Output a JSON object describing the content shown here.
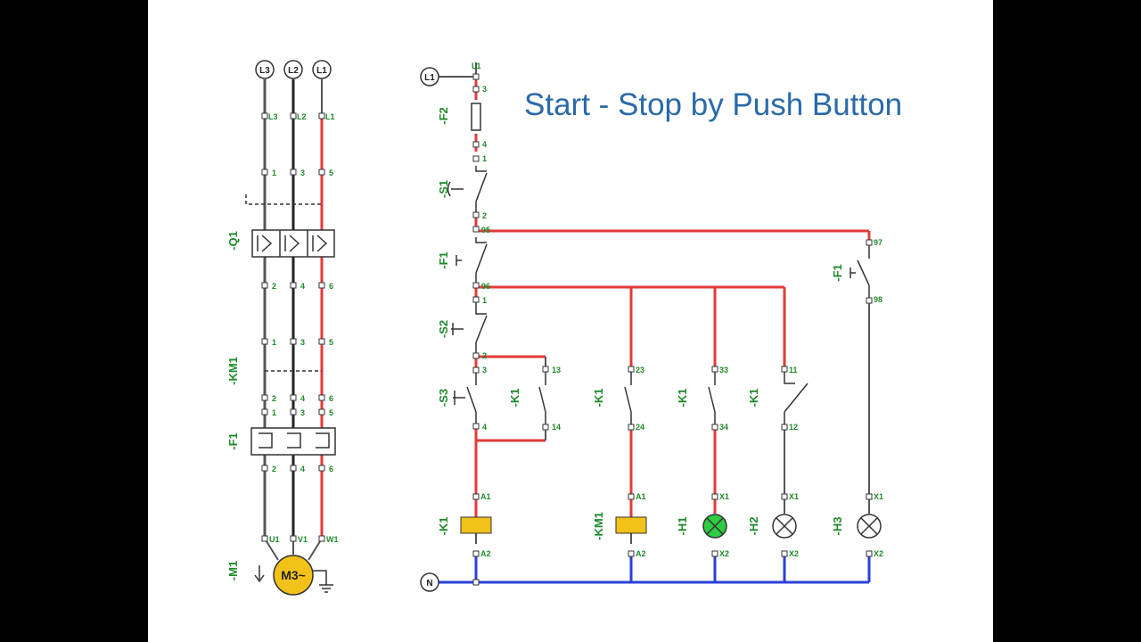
{
  "title": "Start - Stop by Push Button",
  "colors": {
    "phase": "#e23a3a",
    "neutral": "#2b3fd8",
    "wire": "#555555",
    "coil": "#f2c21a",
    "lamp_on": "#2ecc40",
    "label": "#1f8a2a",
    "title": "#2a6aa8"
  },
  "power": {
    "supplies": [
      "L3",
      "L2",
      "L1"
    ],
    "terminals": {
      "top": [
        "L3",
        "L2",
        "L1"
      ],
      "q1_in": [
        "1",
        "3",
        "5"
      ],
      "q1_out": [
        "2",
        "4",
        "6"
      ],
      "km1_in": [
        "1",
        "3",
        "5"
      ],
      "km1_out": [
        "2",
        "4",
        "6"
      ],
      "f1_in": [
        "1",
        "3",
        "5"
      ],
      "f1_out": [
        "2",
        "4",
        "6"
      ],
      "motor": [
        "U1",
        "V1",
        "W1"
      ]
    },
    "tags": {
      "q1": "-Q1",
      "km1": "-KM1",
      "f1": "-F1",
      "m1": "-M1"
    },
    "motor": "M3~"
  },
  "control": {
    "supply_l": "L1",
    "supply_n": "N",
    "tags": {
      "f2": "-F2",
      "s1": "-S1",
      "f1": "-F1",
      "s2": "-S2",
      "s3": "-S3",
      "k1": "-K1",
      "km1": "-KM1",
      "h1": "-H1",
      "h2": "-H2",
      "h3": "-H3"
    },
    "terminals": {
      "l1": "L1",
      "f2_top": "3",
      "f2_bot": "4",
      "s1_top": "1",
      "s1_bot": "2",
      "f1_top": "95",
      "f1_bot": "96",
      "s2_top": "1",
      "s2_bot": "2",
      "s3_top": "3",
      "s3_bot": "4",
      "k1_hold_top": "13",
      "k1_hold_bot": "14",
      "k1_a1": "A1",
      "k1_a2": "A2",
      "km1_c_top": "23",
      "km1_c_bot": "24",
      "km1_a1": "A1",
      "km1_a2": "A2",
      "h1_c_top": "33",
      "h1_c_bot": "34",
      "h1_x1": "X1",
      "h1_x2": "X2",
      "h2_c_top": "11",
      "h2_c_bot": "12",
      "h2_x1": "X1",
      "h2_x2": "X2",
      "f1b_top": "97",
      "f1b_bot": "98",
      "h3_x1": "X1",
      "h3_x2": "X2"
    }
  }
}
